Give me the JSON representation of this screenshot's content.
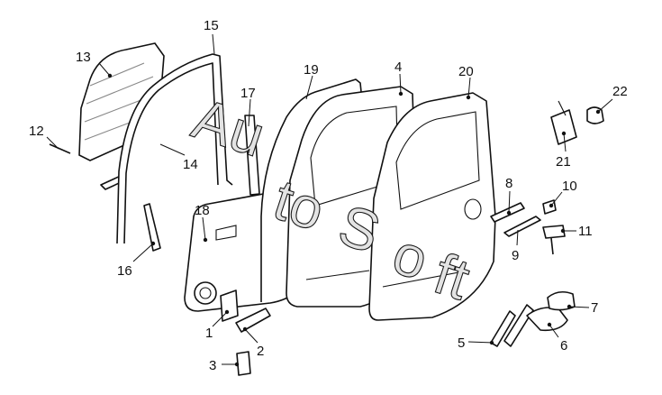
{
  "diagram": {
    "watermark": "AutoSoft",
    "callouts": [
      {
        "id": "c1",
        "text": "1"
      },
      {
        "id": "c2",
        "text": "2"
      },
      {
        "id": "c3",
        "text": "3"
      },
      {
        "id": "c4",
        "text": "4"
      },
      {
        "id": "c5",
        "text": "5"
      },
      {
        "id": "c6",
        "text": "6"
      },
      {
        "id": "c7",
        "text": "7"
      },
      {
        "id": "c8",
        "text": "8"
      },
      {
        "id": "c9",
        "text": "9"
      },
      {
        "id": "c10",
        "text": "10"
      },
      {
        "id": "c11",
        "text": "11"
      },
      {
        "id": "c12",
        "text": "12"
      },
      {
        "id": "c13",
        "text": "13"
      },
      {
        "id": "c14",
        "text": "14"
      },
      {
        "id": "c15",
        "text": "15"
      },
      {
        "id": "c16",
        "text": "16"
      },
      {
        "id": "c17",
        "text": "17"
      },
      {
        "id": "c18",
        "text": "18"
      },
      {
        "id": "c19",
        "text": "19"
      },
      {
        "id": "c20",
        "text": "20"
      },
      {
        "id": "c21",
        "text": "21"
      },
      {
        "id": "c22",
        "text": "22"
      }
    ]
  }
}
